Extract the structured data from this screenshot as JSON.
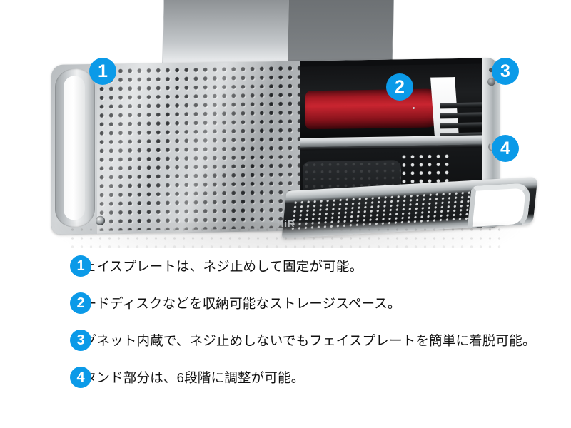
{
  "page": {
    "background_color": "#ffffff",
    "accent_color": "#0b9ae8"
  },
  "product_photo": {
    "alt_name": "perforated-aluminum-computer-case-cutaway",
    "brand_mark": "HiR",
    "callouts": [
      {
        "number": "1",
        "target": "faceplate-screw"
      },
      {
        "number": "2",
        "target": "storage-bay"
      },
      {
        "number": "3",
        "target": "magnet-edge"
      },
      {
        "number": "4",
        "target": "stand-hinge"
      }
    ]
  },
  "captions": [
    {
      "number": "1",
      "text": "フェイスプレートは、ネジ止めして固定が可能。"
    },
    {
      "number": "2",
      "text": "ハードディスクなどを収納可能なストレージスペース。"
    },
    {
      "number": "3",
      "text": "マグネット内蔵で、ネジ止めしないでもフェイスプレートを簡単に着脱可能。"
    },
    {
      "number": "4",
      "text": "スタンド部分は、6段階に調整が可能。"
    }
  ]
}
